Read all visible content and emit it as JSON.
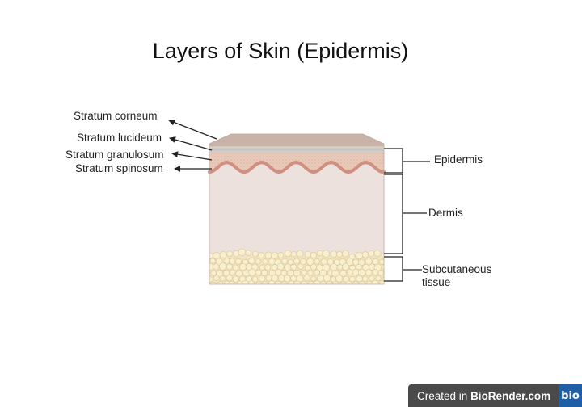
{
  "title": "Layers of Skin (Epidermis)",
  "labels": {
    "stratum_corneum": "Stratum corneum",
    "stratum_lucideum": "Stratum lucideum",
    "stratum_granulosum": "Stratum granulosum",
    "stratum_spinosum": "Stratum spinosum",
    "epidermis": "Epidermis",
    "dermis": "Dermis",
    "subcutaneous_line1": "Subcutaneous",
    "subcutaneous_line2": "tissue"
  },
  "footer": {
    "created_prefix": "Created in",
    "brand": "BioRender.com",
    "logo": "bio"
  },
  "colors": {
    "corneum": "#c9b3a7",
    "lucidum": "#d2ccc9",
    "granulosum_band": "#e8c8b8",
    "wave": "#d08f7f",
    "dermis": "#ede1de",
    "subcutaneous": "#f3e3bd",
    "fat_cell": "#f8efcf",
    "fat_outline": "#d9c597",
    "badge_bg": "#4a4a4a",
    "badge_logo": "#1f5fa8"
  }
}
